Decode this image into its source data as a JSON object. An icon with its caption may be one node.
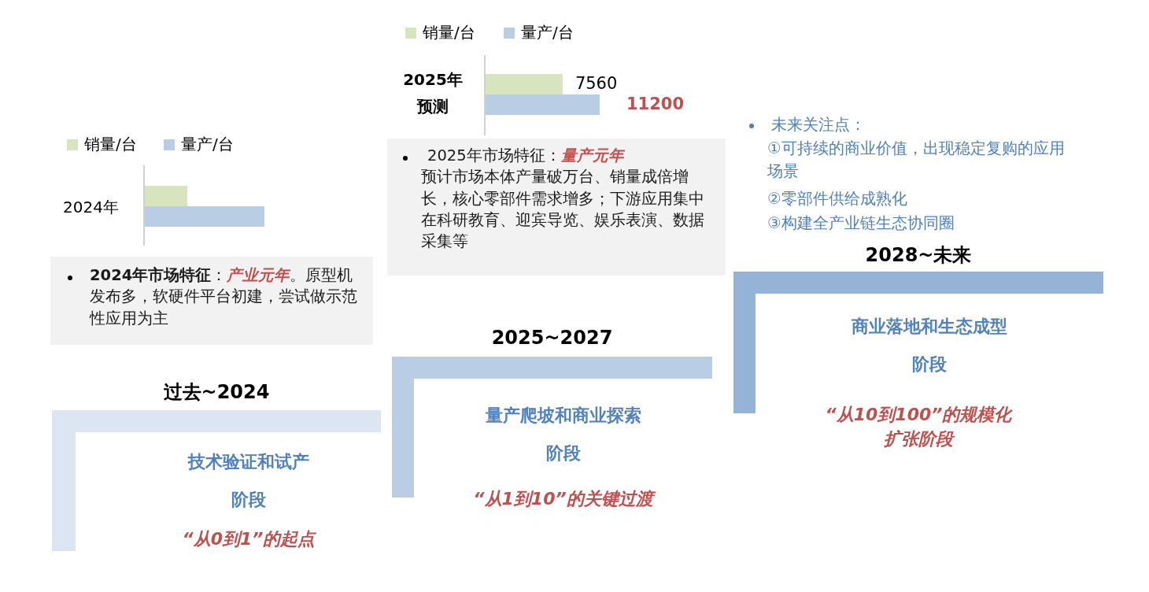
{
  "diagram": {
    "nodes": [
      {
        "text": [
          "**2024年市场特征**：*产业元年*。原型机发布多，软硬件平台初建，尝试做示范性应用为主"
        ]
      },
      {
        "text": [
          "2025年市场特征：*量产元年*",
          "预计市场本体产量破万台、销量成倍增长，核心零部件需求增多；下游应用集中在科研教育、迎宾导览、娱乐表演、数据采集等"
        ]
      },
      {
        "text": [
          "过去~2024",
          "技术验证和试产",
          "阶段",
          "“从0到1”的起点"
        ]
      },
      {
        "text": [
          "2025~2027",
          "量产爬坡和商业探索",
          "阶段",
          "“从1到10”的关键过渡"
        ]
      },
      {
        "text": [
          "2028~未来",
          "商业落地和生态成型",
          "阶段",
          "“从10到100”的规模化扩张阶段"
        ]
      }
    ],
    "labels": [
      "未来关注点：",
      "①可持续的商业价值，出现稳定复购的应用场景",
      "②零部件供给成熟化",
      "③构建全产业链生态协同圈",
      "2024年"
    ],
    "legend": [
      {
        "text": "销量/台",
        "color": "#d7e4bd"
      },
      {
        "text": "量产/台",
        "color": "#b9cde5"
      }
    ],
    "chart_data": {
      "type": "bar",
      "orientation": "horizontal",
      "legend": "top",
      "categories": [
        "2025年预测"
      ],
      "data_labels": true,
      "series": [
        {
          "name": "销量/台",
          "color": "#d7e4bd",
          "values": [
            7560
          ]
        },
        {
          "name": "量产/台",
          "color": "#b9cde5",
          "values": [
            11200
          ]
        }
      ]
    }
  }
}
